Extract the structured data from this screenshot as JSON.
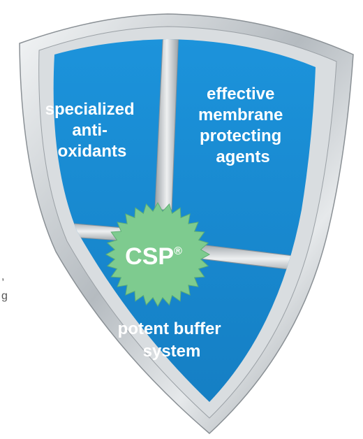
{
  "shield": {
    "top_left": [
      "specialized",
      "anti-",
      "oxidants"
    ],
    "top_right": [
      "effective",
      "membrane",
      "protecting",
      "agents"
    ],
    "bottom": [
      "potent buffer",
      "system"
    ]
  },
  "badge": {
    "label": "CSP",
    "mark": "®"
  },
  "edge_text": {
    "fragment_1": ",",
    "fragment_2": "g"
  },
  "colors": {
    "shield_fill": "#1a8fd6",
    "frame": "#c0c5c9",
    "badge_fill": "#7ecb8f",
    "text": "#ffffff"
  }
}
